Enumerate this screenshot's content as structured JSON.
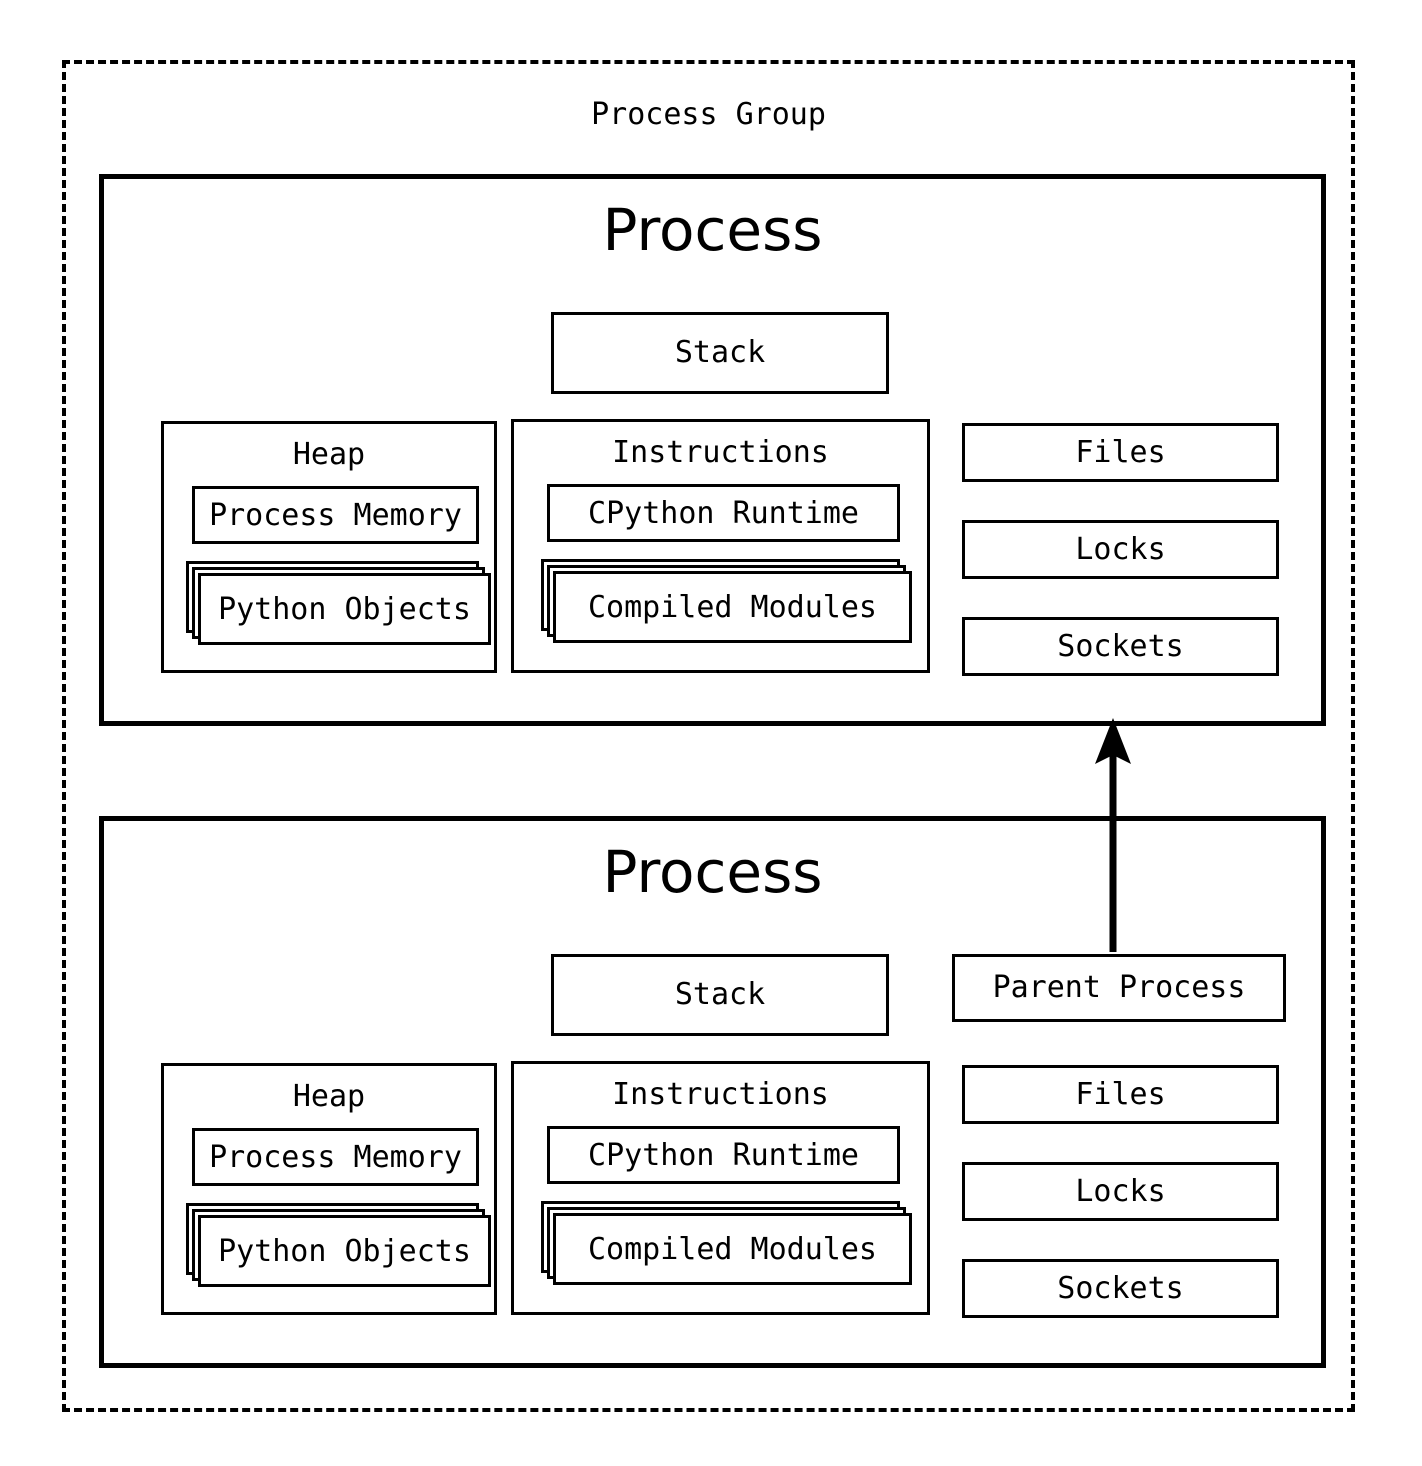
{
  "diagram": {
    "title": "Process Group",
    "colors": {
      "stroke": "#000000",
      "background": "#ffffff"
    },
    "group_border_style": "dashed",
    "arrow": {
      "name": "parent-process-arrow",
      "direction": "up",
      "from": "Parent Process",
      "to": "Process (top)"
    },
    "processes": [
      {
        "title": "Process",
        "stack": "Stack",
        "parent_process": null,
        "groups": [
          {
            "title": "Heap",
            "items": [
              {
                "label": "Process Memory",
                "stacked": false
              },
              {
                "label": "Python Objects",
                "stacked": true,
                "layers": 3
              }
            ]
          },
          {
            "title": "Instructions",
            "items": [
              {
                "label": "CPython Runtime",
                "stacked": false
              },
              {
                "label": "Compiled Modules",
                "stacked": true,
                "layers": 3
              }
            ]
          }
        ],
        "resources": [
          "Files",
          "Locks",
          "Sockets"
        ]
      },
      {
        "title": "Process",
        "stack": "Stack",
        "parent_process": "Parent Process",
        "groups": [
          {
            "title": "Heap",
            "items": [
              {
                "label": "Process Memory",
                "stacked": false
              },
              {
                "label": "Python Objects",
                "stacked": true,
                "layers": 3
              }
            ]
          },
          {
            "title": "Instructions",
            "items": [
              {
                "label": "CPython Runtime",
                "stacked": false
              },
              {
                "label": "Compiled Modules",
                "stacked": true,
                "layers": 3
              }
            ]
          }
        ],
        "resources": [
          "Files",
          "Locks",
          "Sockets"
        ]
      }
    ]
  }
}
